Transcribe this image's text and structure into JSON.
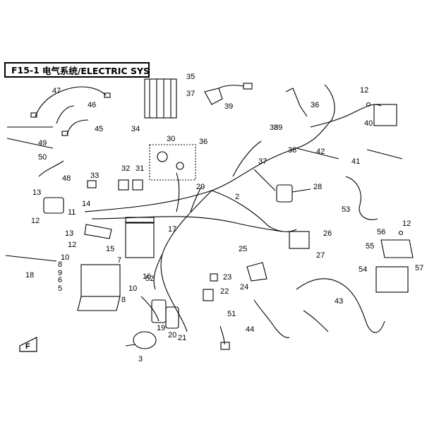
{
  "title": {
    "code": "F15-1",
    "name": "电气系统/ELECTRIC SYSTEM"
  },
  "part_numbers": [
    "2",
    "3",
    "5",
    "6",
    "7",
    "8",
    "8",
    "9",
    "10",
    "10",
    "11",
    "12",
    "12",
    "12",
    "12",
    "13",
    "13",
    "14",
    "15",
    "16",
    "17",
    "18",
    "19",
    "20",
    "21",
    "22",
    "23",
    "24",
    "25",
    "26",
    "27",
    "28",
    "29",
    "30",
    "31",
    "32",
    "33",
    "34",
    "35",
    "36",
    "36",
    "37",
    "37",
    "38",
    "38",
    "39",
    "39",
    "40",
    "41",
    "42",
    "43",
    "44",
    "45",
    "46",
    "47",
    "48",
    "49",
    "50",
    "51",
    "52",
    "53",
    "54",
    "55",
    "56",
    "57"
  ],
  "stamp_text": "F"
}
